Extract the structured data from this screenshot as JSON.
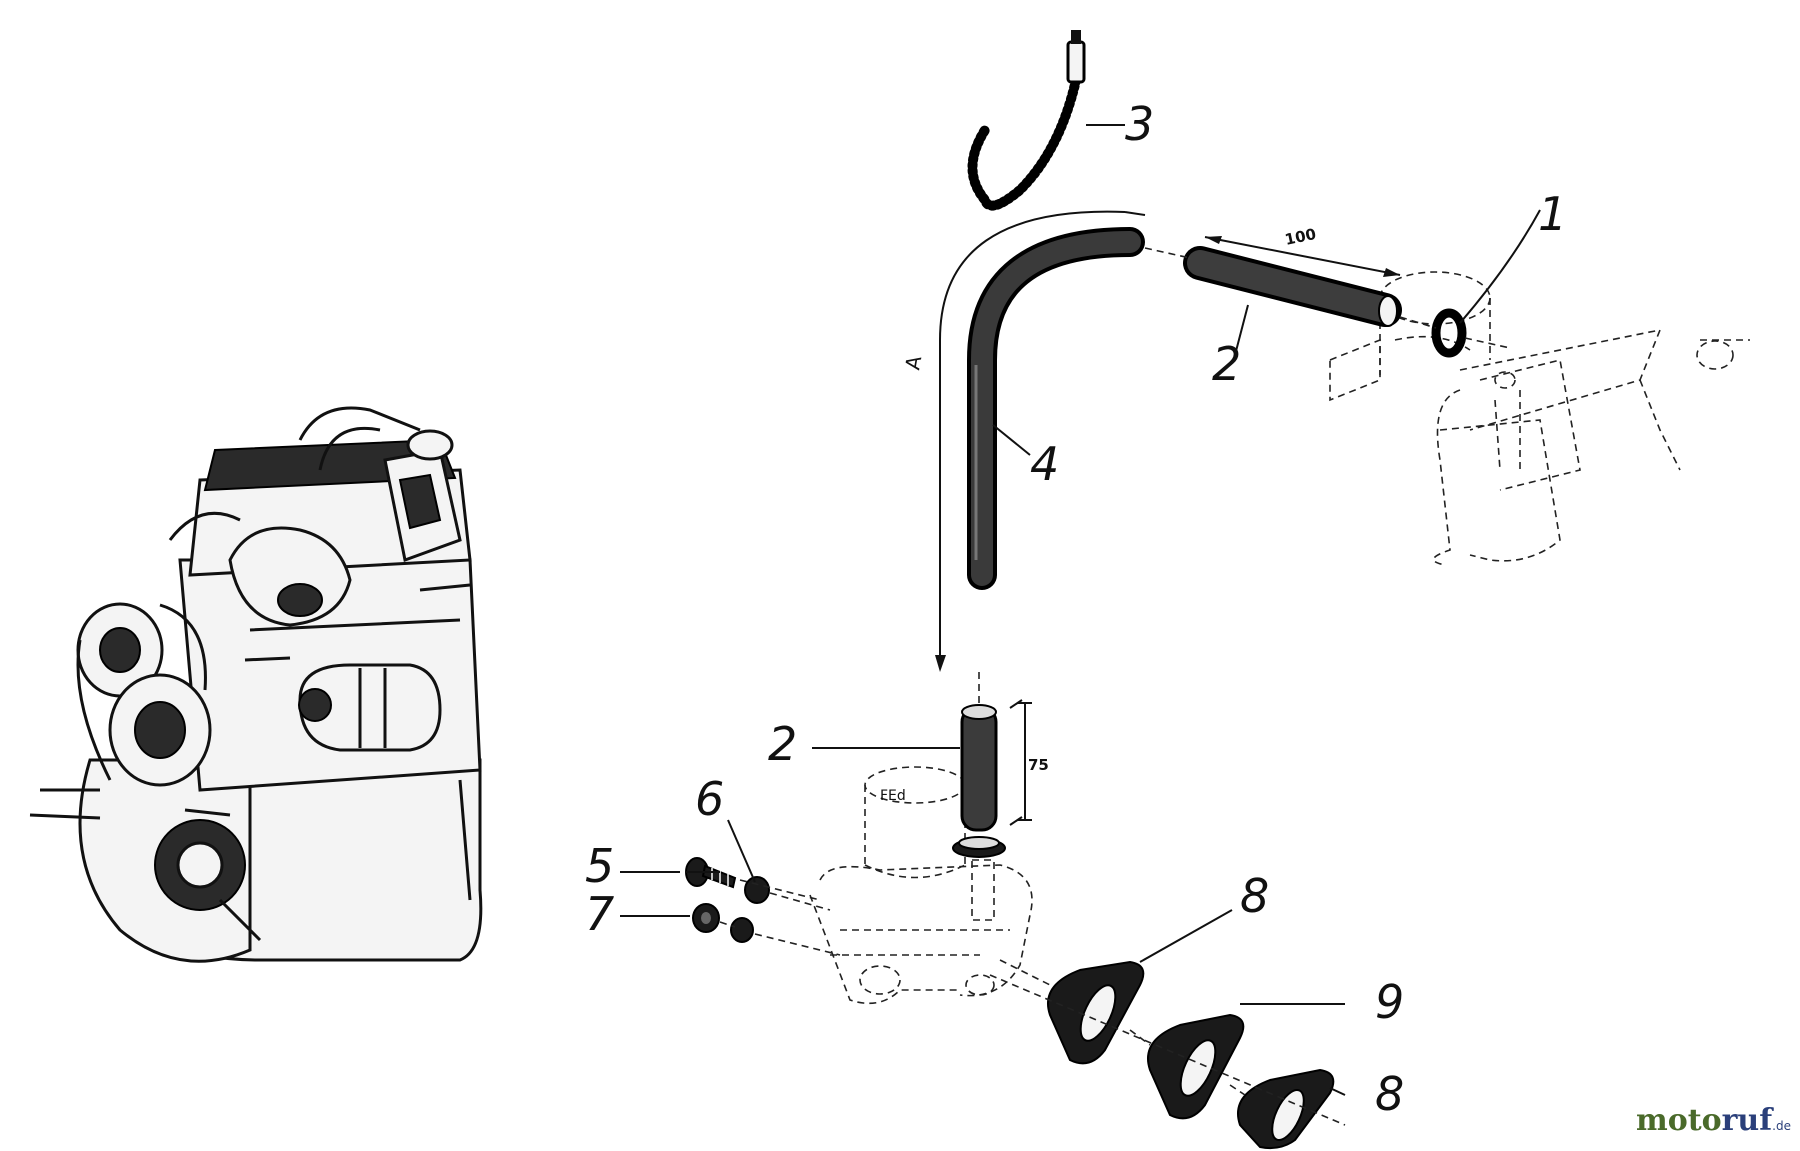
{
  "callouts": [
    {
      "id": "1",
      "text": "1"
    },
    {
      "id": "2a",
      "text": "2"
    },
    {
      "id": "2b",
      "text": "2"
    },
    {
      "id": "3",
      "text": "3"
    },
    {
      "id": "4",
      "text": "4"
    },
    {
      "id": "5",
      "text": "5"
    },
    {
      "id": "6",
      "text": "6"
    },
    {
      "id": "7",
      "text": "7"
    },
    {
      "id": "8a",
      "text": "8"
    },
    {
      "id": "8b",
      "text": "8"
    },
    {
      "id": "9",
      "text": "9"
    }
  ],
  "dimensions": {
    "hose_horizontal": "100",
    "hose_vertical": "75",
    "arc_mark": "A"
  },
  "watermark": {
    "part1": "moto",
    "part2": "ruf",
    "suffix": ".de"
  }
}
